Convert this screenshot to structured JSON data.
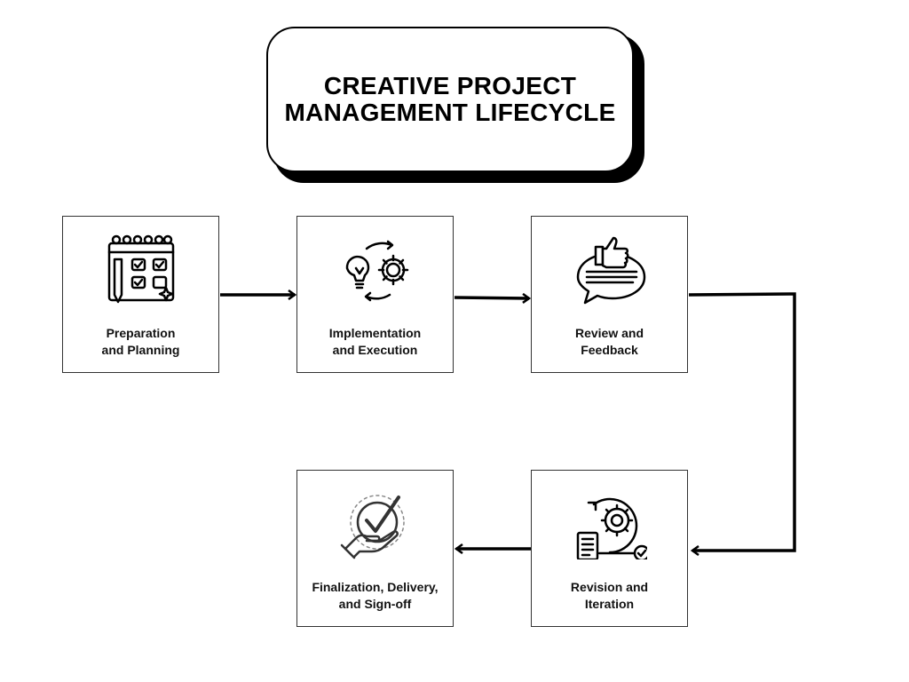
{
  "title": {
    "line1": "CREATIVE PROJECT",
    "line2": "MANAGEMENT LIFECYCLE"
  },
  "steps": [
    {
      "line1": "Preparation",
      "line2": "and Planning",
      "icon": "calendar-checklist-icon"
    },
    {
      "line1": "Implementation",
      "line2": "and Execution",
      "icon": "lightbulb-gear-icon"
    },
    {
      "line1": "Review and",
      "line2": "Feedback",
      "icon": "thumbs-up-speech-bubble-icon"
    },
    {
      "line1": "Revision and",
      "line2": "Iteration",
      "icon": "gear-cycle-document-icon"
    },
    {
      "line1": "Finalization, Delivery,",
      "line2": "and Sign-off",
      "icon": "hand-checkmark-icon"
    }
  ],
  "colors": {
    "stroke": "#000000",
    "background": "#ffffff"
  }
}
